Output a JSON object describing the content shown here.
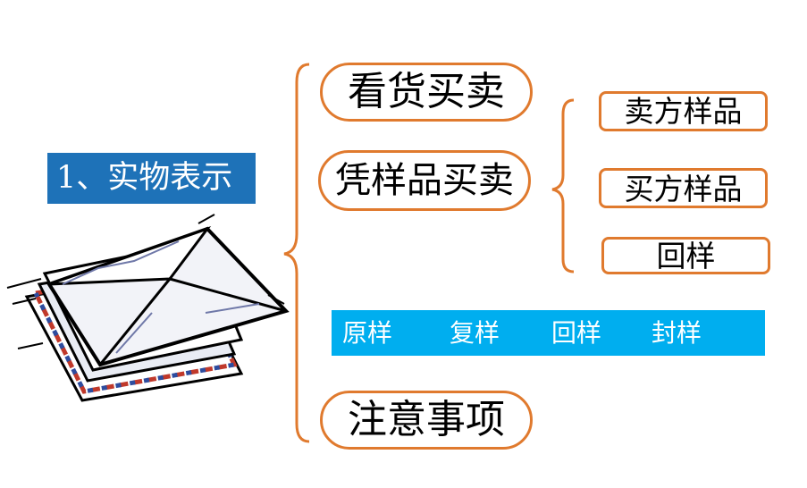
{
  "title": "1、实物表示",
  "branches": {
    "see_goods": "看货买卖",
    "by_sample": "凭样品买卖",
    "notes": "注意事项"
  },
  "sample_types": [
    "卖方样品",
    "买方样品",
    "回样"
  ],
  "sample_terms": [
    "原样",
    "复样",
    "回样",
    "封样"
  ],
  "colors": {
    "accent_orange": "#e07a2e",
    "title_blue": "#1e72b8",
    "bar_blue": "#00aeef"
  },
  "icons": [
    "envelope-stack-icon"
  ]
}
